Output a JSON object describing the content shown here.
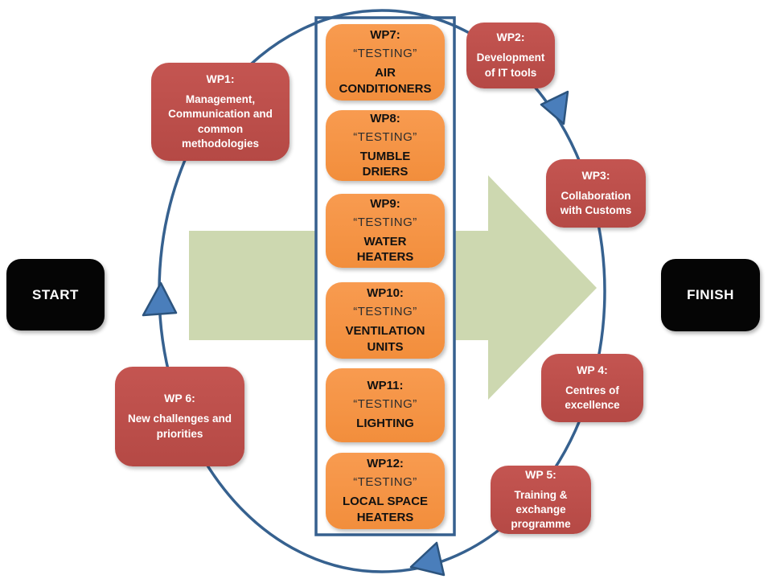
{
  "diagram": {
    "start": {
      "label": "START"
    },
    "finish": {
      "label": "FINISH"
    },
    "outer_wps": [
      {
        "id": "wp1",
        "title": "WP1:",
        "body": "Management,\nCommunication and\ncommon\nmethodologies"
      },
      {
        "id": "wp2",
        "title": "WP2:",
        "body": "Development\nof IT tools"
      },
      {
        "id": "wp3",
        "title": "WP3:",
        "body": "Collaboration\nwith Customs"
      },
      {
        "id": "wp4",
        "title": "WP 4:",
        "body": "Centres of\nexcellence"
      },
      {
        "id": "wp5",
        "title": "WP 5:",
        "body": "Training &\nexchange\nprogramme"
      },
      {
        "id": "wp6",
        "title": "WP 6:",
        "body": "New challenges and\npriorities"
      }
    ],
    "testing_wps": [
      {
        "id": "wp7",
        "title": "WP7:",
        "quote": "“TESTING”",
        "body": "AIR\nCONDITIONERS"
      },
      {
        "id": "wp8",
        "title": "WP8:",
        "quote": "“TESTING”",
        "body": "TUMBLE\nDRIERS"
      },
      {
        "id": "wp9",
        "title": "WP9:",
        "quote": "“TESTING”",
        "body": "WATER\nHEATERS"
      },
      {
        "id": "wp10",
        "title": "WP10:",
        "quote": "“TESTING”",
        "body": "VENTILATION\nUNITS"
      },
      {
        "id": "wp11",
        "title": "WP11:",
        "quote": "“TESTING”",
        "body": "LIGHTING"
      },
      {
        "id": "wp12",
        "title": "WP12:",
        "quote": "“TESTING”",
        "body": "LOCAL SPACE\nHEATERS"
      }
    ],
    "colors": {
      "outer_box": "#BE4B48",
      "testing_box": "#F79646",
      "terminal_box": "#050505",
      "cycle_stroke": "#36618F",
      "arrowhead_fill": "#4A7EBB",
      "big_arrow": "#CDD8B0",
      "column_border": "#36608F"
    }
  }
}
